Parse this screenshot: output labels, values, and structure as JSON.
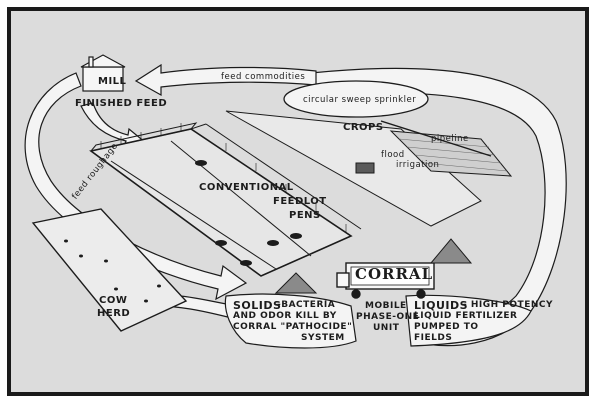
{
  "labels": {
    "mill": "MILL",
    "finished_feed": "FINISHED FEED",
    "feed_commodities": "feed commodities",
    "sprinkler": "circular sweep sprinkler",
    "crops": "CROPS",
    "pipeline": "pipeline",
    "flood": "flood",
    "irrigation": "irrigation",
    "feed_roughage": "feed roughage",
    "feedlot_line1": "CONVENTIONAL",
    "feedlot_line2": "FEEDLOT",
    "feedlot_line3": "PENS",
    "cow_line1": "COW",
    "cow_line2": "HERD",
    "corral": "CORRAL",
    "mobile_line1": "MOBILE",
    "mobile_line2": "PHASE-ONE",
    "mobile_line3": "UNIT",
    "solids_title": "SOLIDS",
    "solids_line1": "-BACTERIA",
    "solids_line2": "AND ODOR KILL BY",
    "solids_line3": "CORRAL \"PATHOCIDE\"",
    "solids_line4": "SYSTEM",
    "liquids_title": "LIQUIDS",
    "liquids_line1": "- HIGH POTENCY",
    "liquids_line2": "LIQUID FERTILIZER",
    "liquids_line3": "PUMPED TO",
    "liquids_line4": "FIELDS"
  },
  "colors": {
    "background": "#dcdcdc",
    "ink": "#1c1c1c",
    "arrow_fill": "#f4f4f4",
    "frame": "#1a1a1a"
  }
}
